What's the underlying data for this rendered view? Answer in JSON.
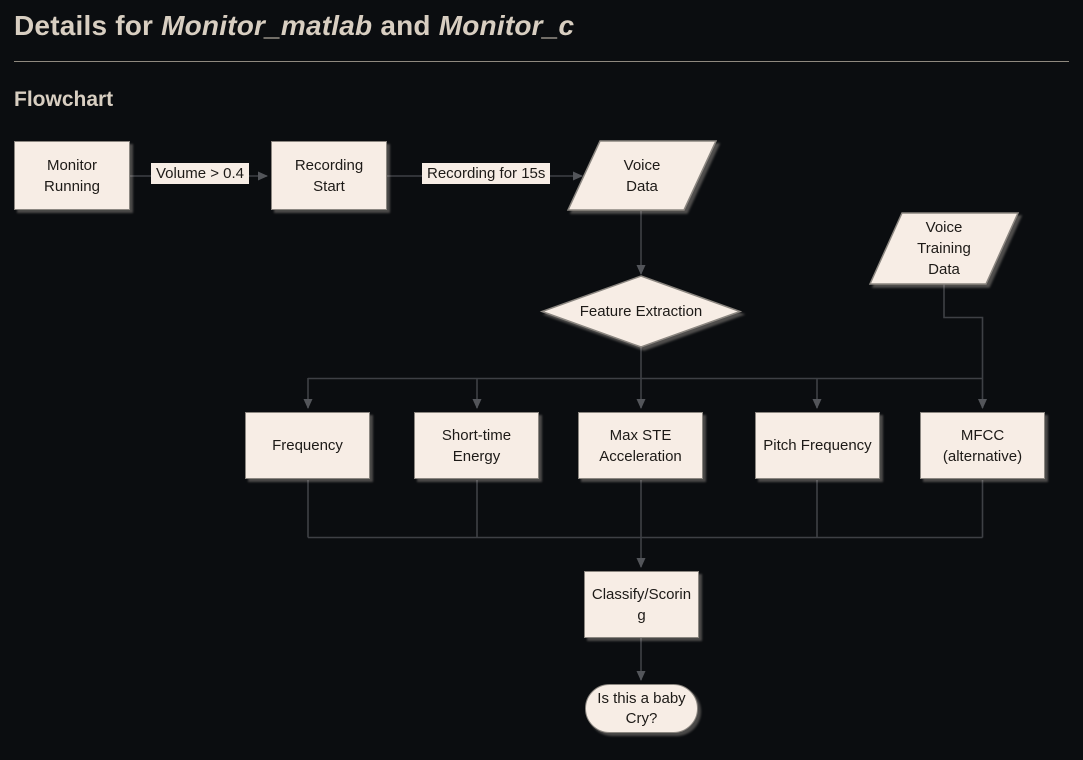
{
  "header": {
    "title": {
      "prefix": "Details for ",
      "name1": "Monitor_matlab",
      "conjunction": " and ",
      "name2": "Monitor_c"
    },
    "section_heading": "Flowchart"
  },
  "flowchart": {
    "nodes": {
      "monitor_running": {
        "label": "Monitor\nRunning",
        "shape": "process"
      },
      "recording_start": {
        "label": "Recording\nStart",
        "shape": "process"
      },
      "voice_data": {
        "label": "Voice\nData",
        "shape": "data-parallelogram"
      },
      "voice_training_data": {
        "label": "Voice\nTraining\nData",
        "shape": "data-parallelogram"
      },
      "feature_extraction": {
        "label": "Feature Extraction",
        "shape": "decision-diamond"
      },
      "frequency": {
        "label": "Frequency",
        "shape": "process"
      },
      "short_time_energy": {
        "label": "Short-time\nEnergy",
        "shape": "process"
      },
      "max_ste_acceleration": {
        "label": "Max STE\nAcceleration",
        "shape": "process"
      },
      "pitch_frequency": {
        "label": "Pitch Frequency",
        "shape": "process"
      },
      "mfcc": {
        "label": "MFCC\n(alternative)",
        "shape": "process"
      },
      "classify_scoring": {
        "label": "Classify/Scoring",
        "shape": "process"
      },
      "baby_cry": {
        "label": "Is this a baby\nCry?",
        "shape": "terminator"
      }
    },
    "edge_labels": {
      "volume_threshold": "Volume > 0.4",
      "recording_duration": "Recording for 15s"
    },
    "edges": [
      {
        "from": "monitor_running",
        "to": "recording_start",
        "label": "Volume > 0.4"
      },
      {
        "from": "recording_start",
        "to": "voice_data",
        "label": "Recording for 15s"
      },
      {
        "from": "voice_data",
        "to": "feature_extraction",
        "label": ""
      },
      {
        "from": "feature_extraction",
        "to": "frequency",
        "label": ""
      },
      {
        "from": "feature_extraction",
        "to": "short_time_energy",
        "label": ""
      },
      {
        "from": "feature_extraction",
        "to": "max_ste_acceleration",
        "label": ""
      },
      {
        "from": "feature_extraction",
        "to": "pitch_frequency",
        "label": ""
      },
      {
        "from": "feature_extraction",
        "to": "mfcc",
        "label": ""
      },
      {
        "from": "voice_training_data",
        "to": "mfcc",
        "label": ""
      },
      {
        "from": "frequency",
        "to": "classify_scoring",
        "label": ""
      },
      {
        "from": "short_time_energy",
        "to": "classify_scoring",
        "label": ""
      },
      {
        "from": "max_ste_acceleration",
        "to": "classify_scoring",
        "label": ""
      },
      {
        "from": "pitch_frequency",
        "to": "classify_scoring",
        "label": ""
      },
      {
        "from": "mfcc",
        "to": "classify_scoring",
        "label": ""
      },
      {
        "from": "classify_scoring",
        "to": "baby_cry",
        "label": ""
      }
    ]
  },
  "colors": {
    "background": "#0b0d10",
    "heading_text": "#d8cec1",
    "node_fill": "#f7ede5",
    "node_border": "#8b8680",
    "node_text": "#1d1a17",
    "connector": "#3e4045",
    "arrowhead": "#53555a"
  }
}
